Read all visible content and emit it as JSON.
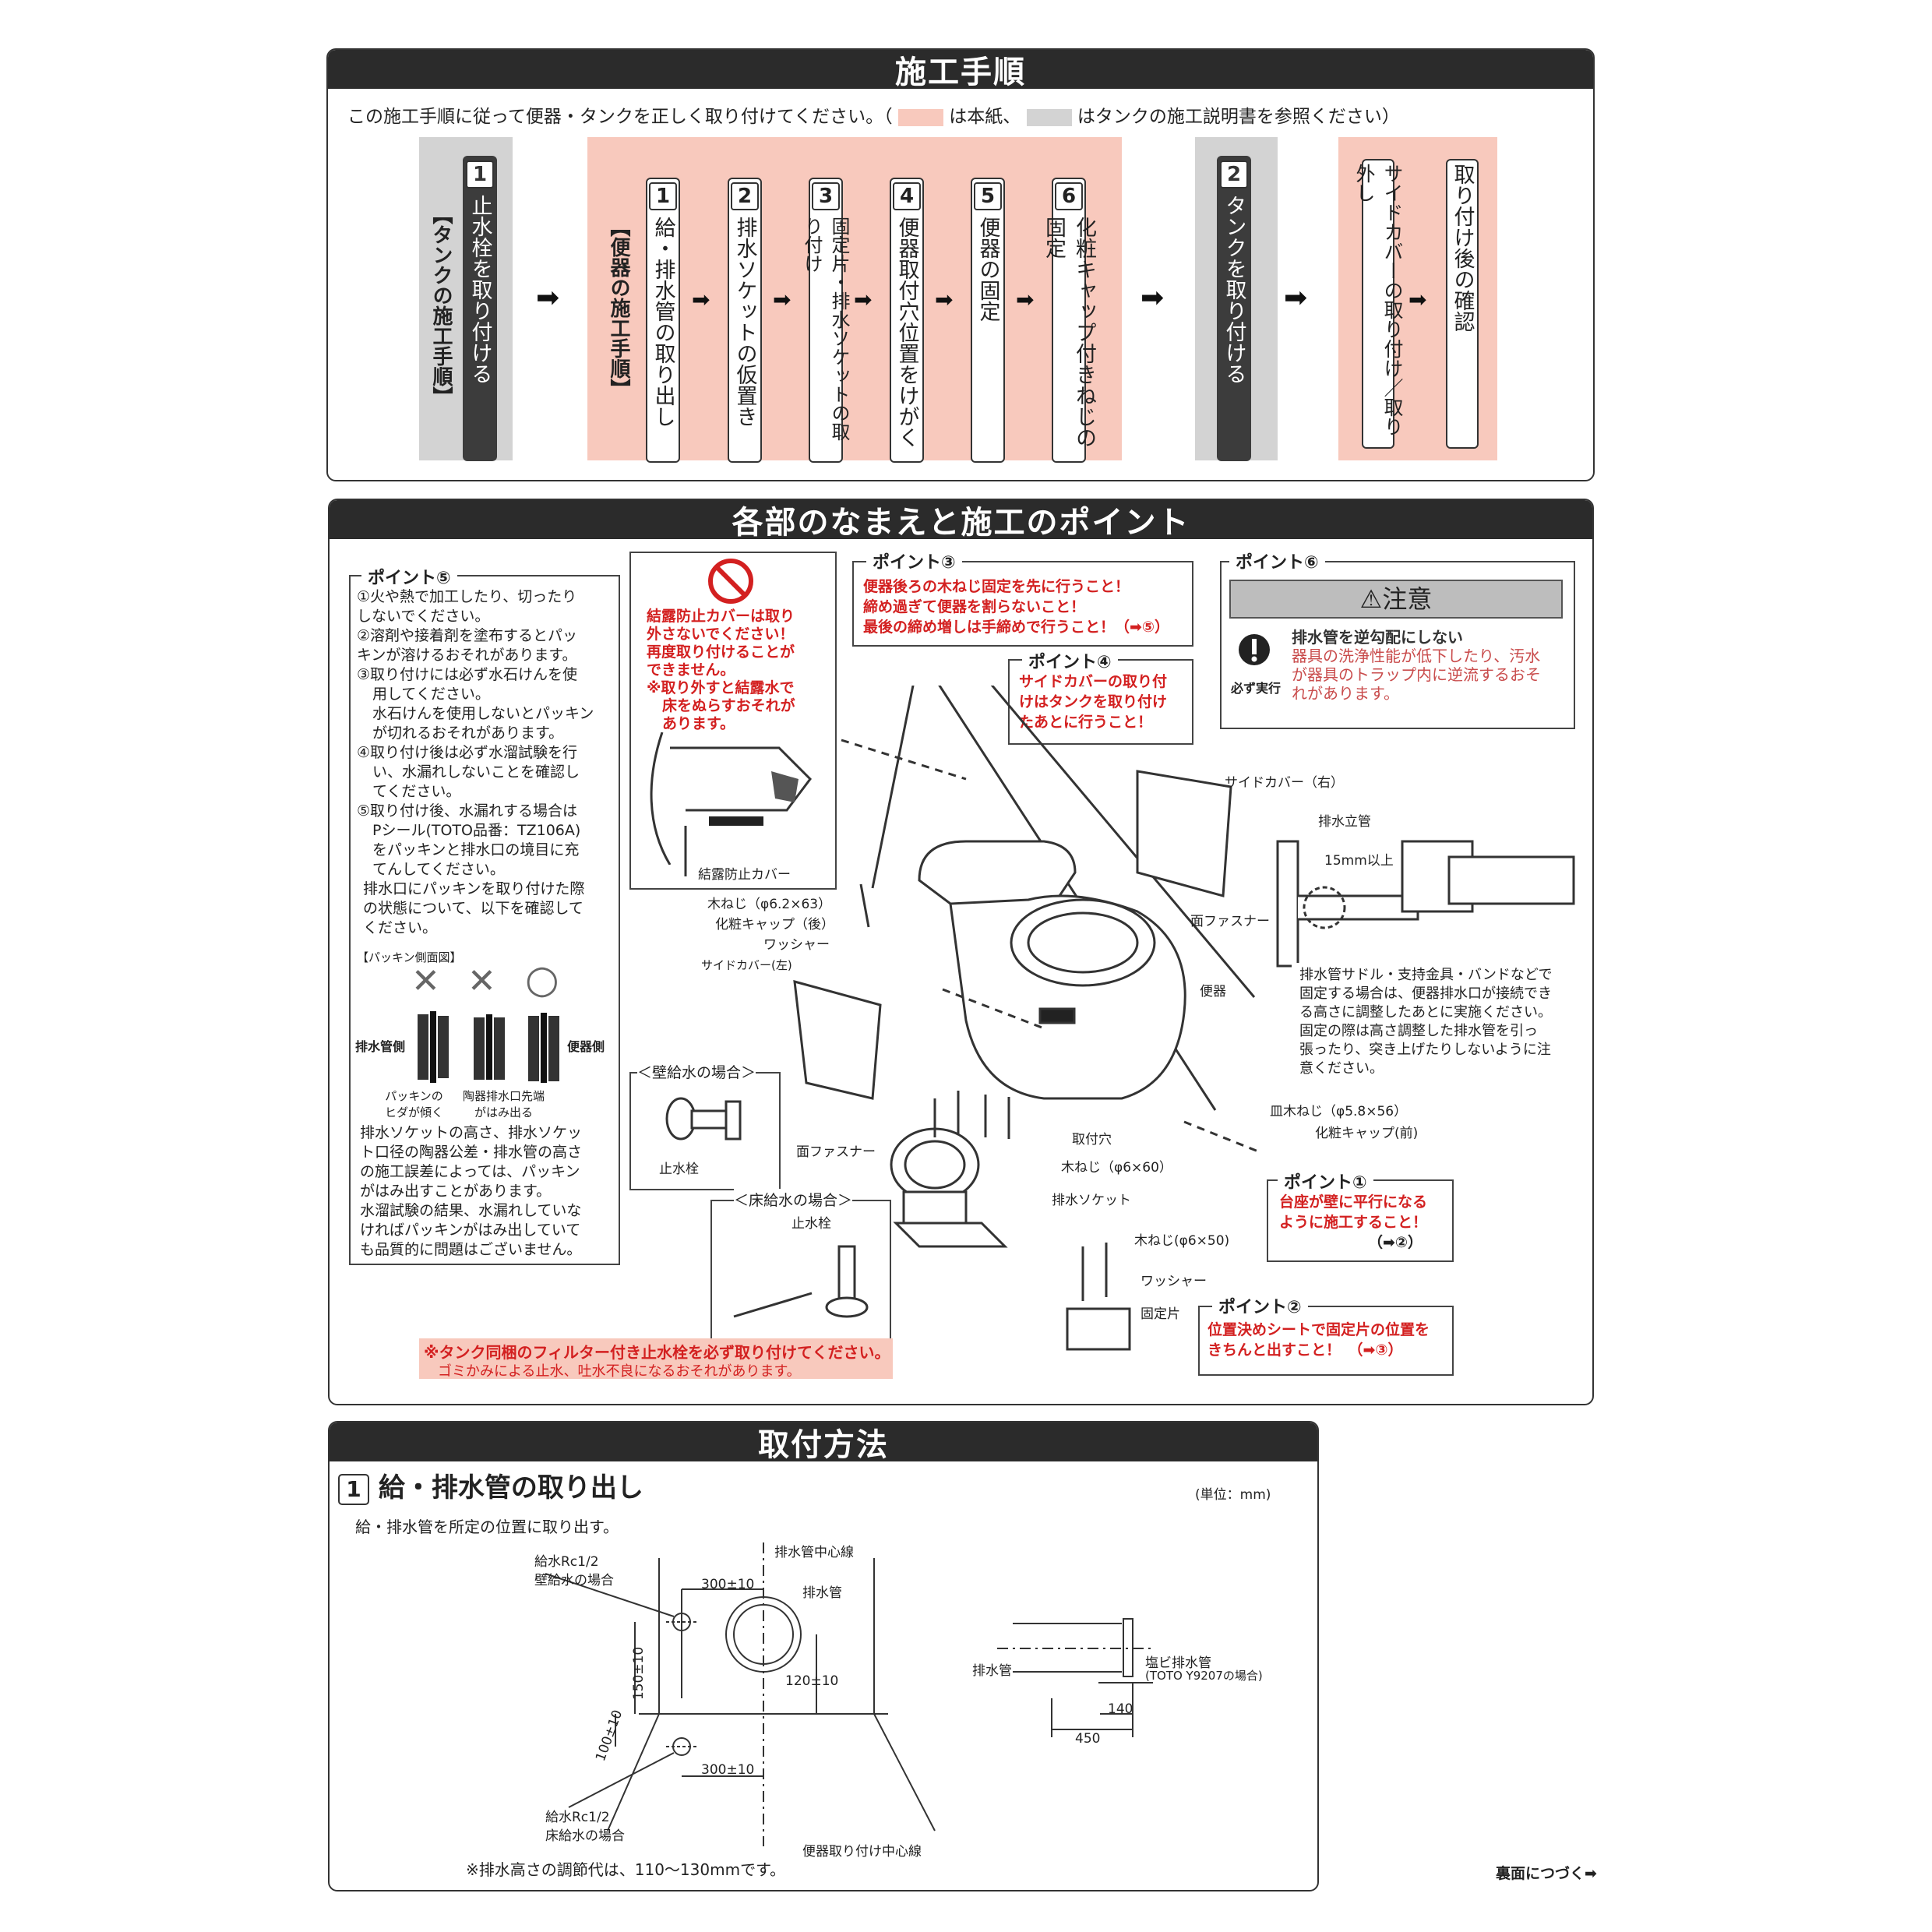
{
  "section1": {
    "title": "施工手順",
    "intro_a": "この施工手順に従って便器・タンクを正しく取り付けてください。（",
    "intro_b": "は本紙、",
    "intro_c": "はタンクの施工説明書を参照ください）",
    "tank_group_label": "【タンクの施工手順】",
    "tank_step_num": "1",
    "tank_step_text": "止水栓を取り付ける",
    "bowl_group_label": "【便器の施工手順】",
    "bowl_steps": [
      {
        "num": "1",
        "text": "給・排水管の取り出し"
      },
      {
        "num": "2",
        "text": "排水ソケットの仮置き"
      },
      {
        "num": "3",
        "text": "固定片・排水ソケットの取り付け"
      },
      {
        "num": "4",
        "text": "便器取付穴位置をけがく"
      },
      {
        "num": "5",
        "text": "便器の固定"
      },
      {
        "num": "6",
        "text": "化粧キャップ付きねじの固定"
      }
    ],
    "tank2_num": "2",
    "tank2_text": "タンクを取り付ける",
    "final_steps": [
      "サイドカバーの取り付け／取り外し",
      "取り付け後の確認"
    ],
    "colors": {
      "pink": "#f8c9bd",
      "gray": "#d3d3d3",
      "dark": "#2b2b2b"
    }
  },
  "section2": {
    "title": "各部のなまえと施工のポイント",
    "point5_title": "ポイント⑤",
    "point5_lines": [
      "①火や熱で加工したり、切ったり",
      "しないでください。",
      "②溶剤や接着剤を塗布するとパッ",
      "キンが溶けるおそれがあります。",
      "③取り付けには必ず水石けんを使",
      "用してください。",
      "水石けんを使用しないとパッキン",
      "が切れるおそれがあります。",
      "④取り付け後は必ず水溜試験を行",
      "い、水漏れしないことを確認し",
      "てください。",
      "⑤取り付け後、水漏れする場合は",
      "Pシール(TOTO品番：TZ106A)",
      "をパッキンと排水口の境目に充",
      "てんしてください。",
      "排水口にパッキンを取り付けた際",
      "の状態について、以下を確認して",
      "ください。"
    ],
    "packing_title": "【パッキン側面図】",
    "packing_left": "排水管側",
    "packing_right": "便器側",
    "packing_marks": [
      "✕",
      "✕",
      "○"
    ],
    "packing_cap1": "パッキンの\nヒダが傾く",
    "packing_cap2": "陶器排水口先端\nがはみ出る",
    "point5_tail": [
      "排水ソケットの高さ、排水ソケッ",
      "ト口径の陶器公差・排水管の高さ",
      "の施工誤差によっては、パッキン",
      "がはみ出すことがあります。",
      "水溜試験の結果、水漏れしていな",
      "ければパッキンがはみ出していて",
      "も品質的に問題はございません。"
    ],
    "dew_warning": [
      "結露防止カバーは取り",
      "外さないでください！",
      "再度取り付けることが",
      "できません。",
      "※取り外すと結露水で",
      "床をぬらすおそれが",
      "あります。"
    ],
    "dew_label": "結露防止カバー",
    "point3_title": "ポイント③",
    "point3_lines": [
      "便器後ろの木ねじ固定を先に行うこと！",
      "締め過ぎて便器を割らないこと！",
      "最後の締め増しは手締めで行うこと！（➡⑤）"
    ],
    "point4_title": "ポイント④",
    "point4_lines": [
      "サイドカバーの取り付",
      "けはタンクを取り付け",
      "たあとに行うこと！"
    ],
    "point6_title": "ポイント⑥",
    "caution_title": "⚠注意",
    "caution_head": "排水管を逆勾配にしない",
    "caution_body": [
      "器具の洗浄性能が低下したり、汚水",
      "が器具のトラップ内に逆流するおそ",
      "れがあります。"
    ],
    "must_do": "必ず実行",
    "labels": {
      "side_cover_r": "サイドカバー（右）",
      "drain_stand": "排水立管",
      "mm15": "15mm以上",
      "face_fastener1": "面ファスナー",
      "bowl": "便器",
      "wood_screw_63": "木ねじ（φ6.2×63）",
      "cap_rear": "化粧キャップ（後）",
      "washer1": "ワッシャー",
      "side_cover_l": "サイドカバー(左)",
      "wall_supply": "＜壁給水の場合＞",
      "stop_valve1": "止水栓",
      "face_fastener2": "面ファスナー",
      "mount_hole": "取付穴",
      "wood_screw_60": "木ねじ（φ6×60）",
      "drain_socket": "排水ソケット",
      "floor_supply": "＜床給水の場合＞",
      "stop_valve2": "止水栓",
      "dish_screw": "皿木ねじ（φ5.8×56）",
      "cap_front": "化粧キャップ(前)",
      "wood_screw_50": "木ねじ(φ6×50)",
      "washer2": "ワッシャー",
      "fixing_piece": "固定片"
    },
    "drain_note": [
      "排水管サドル・支持金具・バンドなどで",
      "固定する場合は、便器排水口が接続でき",
      "る高さに調整したあとに実施ください。",
      "固定の際は高さ調整した排水管を引っ",
      "張ったり、突き上げたりしないように注",
      "意ください。"
    ],
    "point1_title": "ポイント①",
    "point1_lines": [
      "台座が壁に平行になる",
      "ように施工すること！",
      "（➡②）"
    ],
    "point2_title": "ポイント②",
    "point2_lines": [
      "位置決めシートで固定片の位置を",
      "きちんと出すこと！　（➡③）"
    ],
    "filter_note": "※タンク同梱のフィルター付き止水栓を必ず取り付けてください。",
    "filter_sub": "ゴミかみによる止水、吐水不良になるおそれがあります。"
  },
  "section3": {
    "title": "取付方法",
    "step_num": "1",
    "step_title": "給・排水管の取り出し",
    "unit": "(単位：mm)",
    "instruction": "給・排水管を所定の位置に取り出す。",
    "dims": {
      "supply_wall": "給水Rc1/2",
      "supply_wall_sub": "壁給水の場合",
      "drain_center": "排水管中心線",
      "d300a": "300±10",
      "drain_pipe": "排水管",
      "d150": "150±10",
      "d120": "120±10",
      "d100": "100±10",
      "d300b": "300±10",
      "supply_floor": "給水Rc1/2",
      "supply_floor_sub": "床給水の場合",
      "bowl_center": "便器取り付け中心線",
      "drain_pipe2": "排水管",
      "pvc": "塩ビ排水管",
      "pvc_sub": "(TOTO Y9207の場合)",
      "d140": "140",
      "d450": "450"
    },
    "footnote": "※排水高さの調節代は、110～130mmです。"
  },
  "footer": "裏面につづく➡"
}
